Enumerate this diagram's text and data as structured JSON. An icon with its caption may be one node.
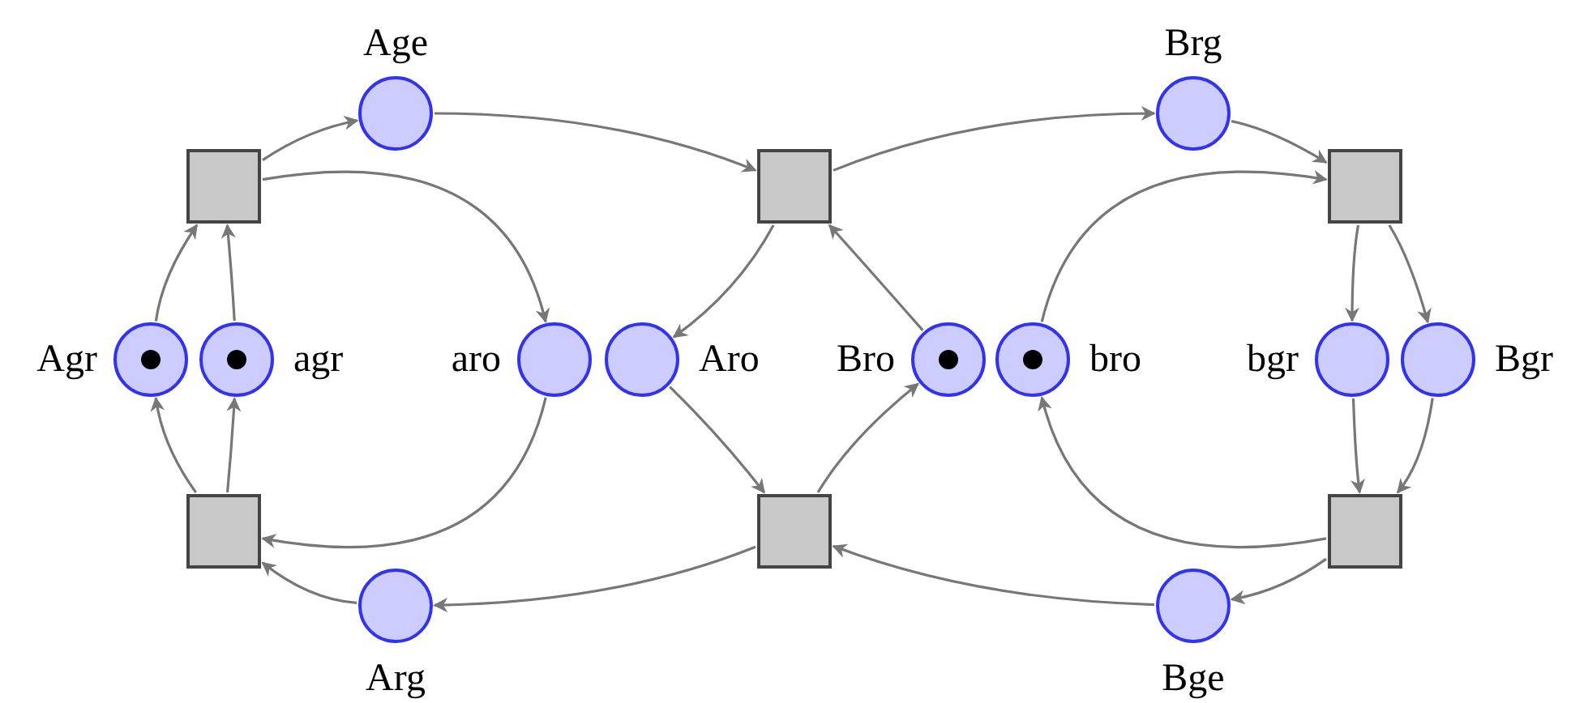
{
  "diagram": {
    "nodes": [
      {
        "text": [],
        "shape": "circle",
        "beside": [
          "Age"
        ]
      },
      {
        "text": [],
        "shape": "circle",
        "beside": [
          "Brg"
        ]
      },
      {
        "text": [],
        "shape": "box"
      },
      {
        "text": [],
        "shape": "box"
      },
      {
        "text": [],
        "shape": "box"
      },
      {
        "text": [],
        "shape": "circle",
        "beside": [
          "Agr"
        ]
      },
      {
        "text": [],
        "shape": "circle",
        "in": 5
      },
      {
        "text": [],
        "shape": "circle",
        "beside": [
          "agr"
        ]
      },
      {
        "text": [],
        "shape": "circle",
        "in": 7
      },
      {
        "text": [],
        "shape": "circle",
        "beside": [
          "aro"
        ]
      },
      {
        "text": [],
        "shape": "circle",
        "beside": [
          "Aro"
        ]
      },
      {
        "text": [],
        "shape": "circle",
        "beside": [
          "Bro"
        ]
      },
      {
        "text": [],
        "shape": "circle",
        "in": 11
      },
      {
        "text": [],
        "shape": "circle",
        "beside": [
          "bro"
        ]
      },
      {
        "text": [],
        "shape": "circle",
        "in": 13
      },
      {
        "text": [],
        "shape": "circle",
        "beside": [
          "bgr"
        ]
      },
      {
        "text": [],
        "shape": "circle",
        "beside": [
          "Bgr"
        ]
      },
      {
        "text": [],
        "shape": "box"
      },
      {
        "text": [],
        "shape": "box"
      },
      {
        "text": [],
        "shape": "box"
      },
      {
        "text": [],
        "shape": "circle",
        "beside": [
          "Arg"
        ]
      },
      {
        "text": [],
        "shape": "circle",
        "beside": [
          "Bge"
        ]
      }
    ],
    "edges": [
      {
        "from": 2,
        "to": 0,
        "arrow": "to"
      },
      {
        "from": 0,
        "to": 3,
        "arrow": "to"
      },
      {
        "from": 2,
        "to": 9,
        "arrow": "to"
      },
      {
        "from": 5,
        "to": 2,
        "arrow": "to"
      },
      {
        "from": 7,
        "to": 2,
        "arrow": "to"
      },
      {
        "from": 17,
        "to": 5,
        "arrow": "to"
      },
      {
        "from": 17,
        "to": 7,
        "arrow": "to"
      },
      {
        "from": 9,
        "to": 17,
        "arrow": "to"
      },
      {
        "from": 20,
        "to": 17,
        "arrow": "to"
      },
      {
        "from": 18,
        "to": 20,
        "arrow": "to"
      },
      {
        "from": 3,
        "to": 10,
        "arrow": "to"
      },
      {
        "from": 10,
        "to": 18,
        "arrow": "to"
      },
      {
        "from": 11,
        "to": 3,
        "arrow": "to"
      },
      {
        "from": 18,
        "to": 11,
        "arrow": "to"
      },
      {
        "from": 3,
        "to": 1,
        "arrow": "to"
      },
      {
        "from": 1,
        "to": 4,
        "arrow": "to"
      },
      {
        "from": 13,
        "to": 4,
        "arrow": "to"
      },
      {
        "from": 4,
        "to": 15,
        "arrow": "to"
      },
      {
        "from": 4,
        "to": 16,
        "arrow": "to"
      },
      {
        "from": 15,
        "to": 19,
        "arrow": "to"
      },
      {
        "from": 16,
        "to": 19,
        "arrow": "to"
      },
      {
        "from": 19,
        "to": 13,
        "arrow": "to"
      },
      {
        "from": 19,
        "to": 21,
        "arrow": "to"
      },
      {
        "from": 21,
        "to": 18,
        "arrow": "to"
      }
    ]
  }
}
